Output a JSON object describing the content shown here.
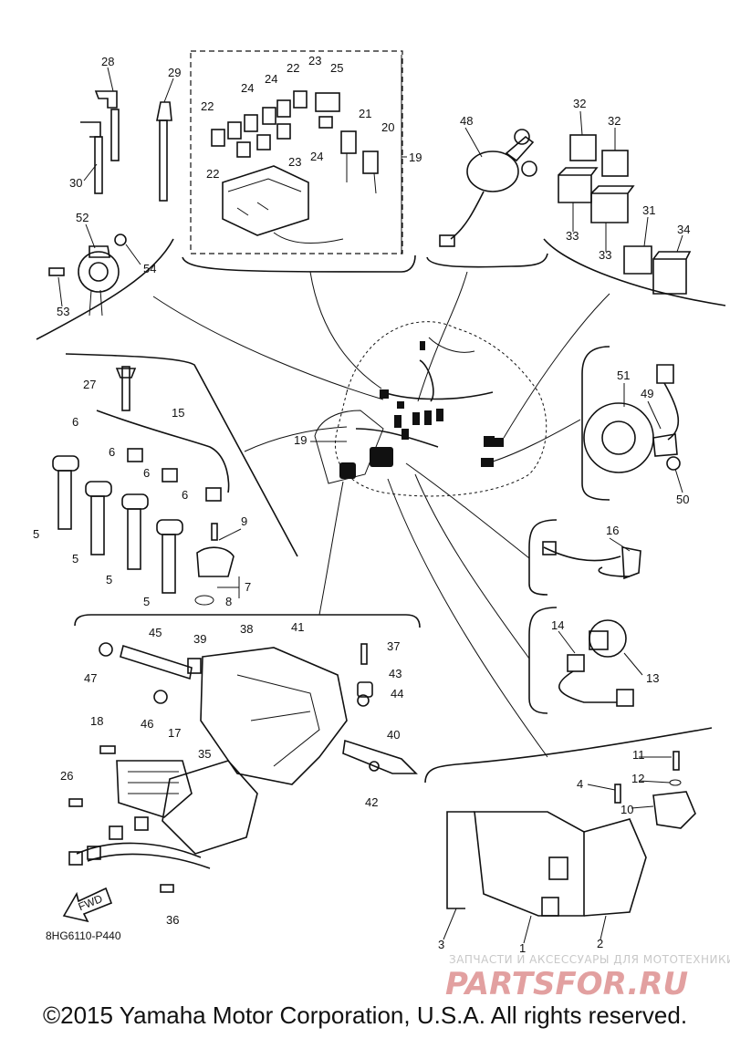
{
  "diagram_code": "8HG6110-P440",
  "copyright": "©2015 Yamaha Motor Corporation, U.S.A. All rights reserved.",
  "forward_arrow_label": "FWD",
  "watermark": {
    "tagline": "ЗАПЧАСТИ И АКСЕССУАРЫ ДЛЯ МОТОТЕХНИКИ",
    "brand": "PARTSFOR.RU"
  },
  "callouts": [
    {
      "id": "c28",
      "text": "28"
    },
    {
      "id": "c29",
      "text": "29"
    },
    {
      "id": "c30",
      "text": "30"
    },
    {
      "id": "c52",
      "text": "52"
    },
    {
      "id": "c54",
      "text": "54"
    },
    {
      "id": "c53",
      "text": "53"
    },
    {
      "id": "c23a",
      "text": "23"
    },
    {
      "id": "c25",
      "text": "25"
    },
    {
      "id": "c22a",
      "text": "22"
    },
    {
      "id": "c24a",
      "text": "24"
    },
    {
      "id": "c24b",
      "text": "24"
    },
    {
      "id": "c22b",
      "text": "22"
    },
    {
      "id": "c21",
      "text": "21"
    },
    {
      "id": "c20",
      "text": "20"
    },
    {
      "id": "c22c",
      "text": "22"
    },
    {
      "id": "c23b",
      "text": "23"
    },
    {
      "id": "c24c",
      "text": "24"
    },
    {
      "id": "c19a",
      "text": "19"
    },
    {
      "id": "c48",
      "text": "48"
    },
    {
      "id": "c32a",
      "text": "32"
    },
    {
      "id": "c32b",
      "text": "32"
    },
    {
      "id": "c33a",
      "text": "33"
    },
    {
      "id": "c33b",
      "text": "33"
    },
    {
      "id": "c31",
      "text": "31"
    },
    {
      "id": "c34",
      "text": "34"
    },
    {
      "id": "c27",
      "text": "27"
    },
    {
      "id": "c15",
      "text": "15"
    },
    {
      "id": "c6a",
      "text": "6"
    },
    {
      "id": "c6b",
      "text": "6"
    },
    {
      "id": "c6c",
      "text": "6"
    },
    {
      "id": "c6d",
      "text": "6"
    },
    {
      "id": "c5a",
      "text": "5"
    },
    {
      "id": "c5b",
      "text": "5"
    },
    {
      "id": "c5c",
      "text": "5"
    },
    {
      "id": "c5d",
      "text": "5"
    },
    {
      "id": "c9",
      "text": "9"
    },
    {
      "id": "c7",
      "text": "7"
    },
    {
      "id": "c8",
      "text": "8"
    },
    {
      "id": "c19b",
      "text": "19"
    },
    {
      "id": "c51",
      "text": "51"
    },
    {
      "id": "c49",
      "text": "49"
    },
    {
      "id": "c50",
      "text": "50"
    },
    {
      "id": "c16",
      "text": "16"
    },
    {
      "id": "c14",
      "text": "14"
    },
    {
      "id": "c13",
      "text": "13"
    },
    {
      "id": "c45",
      "text": "45"
    },
    {
      "id": "c39",
      "text": "39"
    },
    {
      "id": "c38",
      "text": "38"
    },
    {
      "id": "c41",
      "text": "41"
    },
    {
      "id": "c37",
      "text": "37"
    },
    {
      "id": "c47",
      "text": "47"
    },
    {
      "id": "c43",
      "text": "43"
    },
    {
      "id": "c44",
      "text": "44"
    },
    {
      "id": "c46",
      "text": "46"
    },
    {
      "id": "c18",
      "text": "18"
    },
    {
      "id": "c17",
      "text": "17"
    },
    {
      "id": "c35",
      "text": "35"
    },
    {
      "id": "c40",
      "text": "40"
    },
    {
      "id": "c26",
      "text": "26"
    },
    {
      "id": "c42",
      "text": "42"
    },
    {
      "id": "c36",
      "text": "36"
    },
    {
      "id": "c11",
      "text": "11"
    },
    {
      "id": "c4",
      "text": "4"
    },
    {
      "id": "c12",
      "text": "12"
    },
    {
      "id": "c10",
      "text": "10"
    },
    {
      "id": "c3",
      "text": "3"
    },
    {
      "id": "c1",
      "text": "1"
    },
    {
      "id": "c2",
      "text": "2"
    }
  ]
}
